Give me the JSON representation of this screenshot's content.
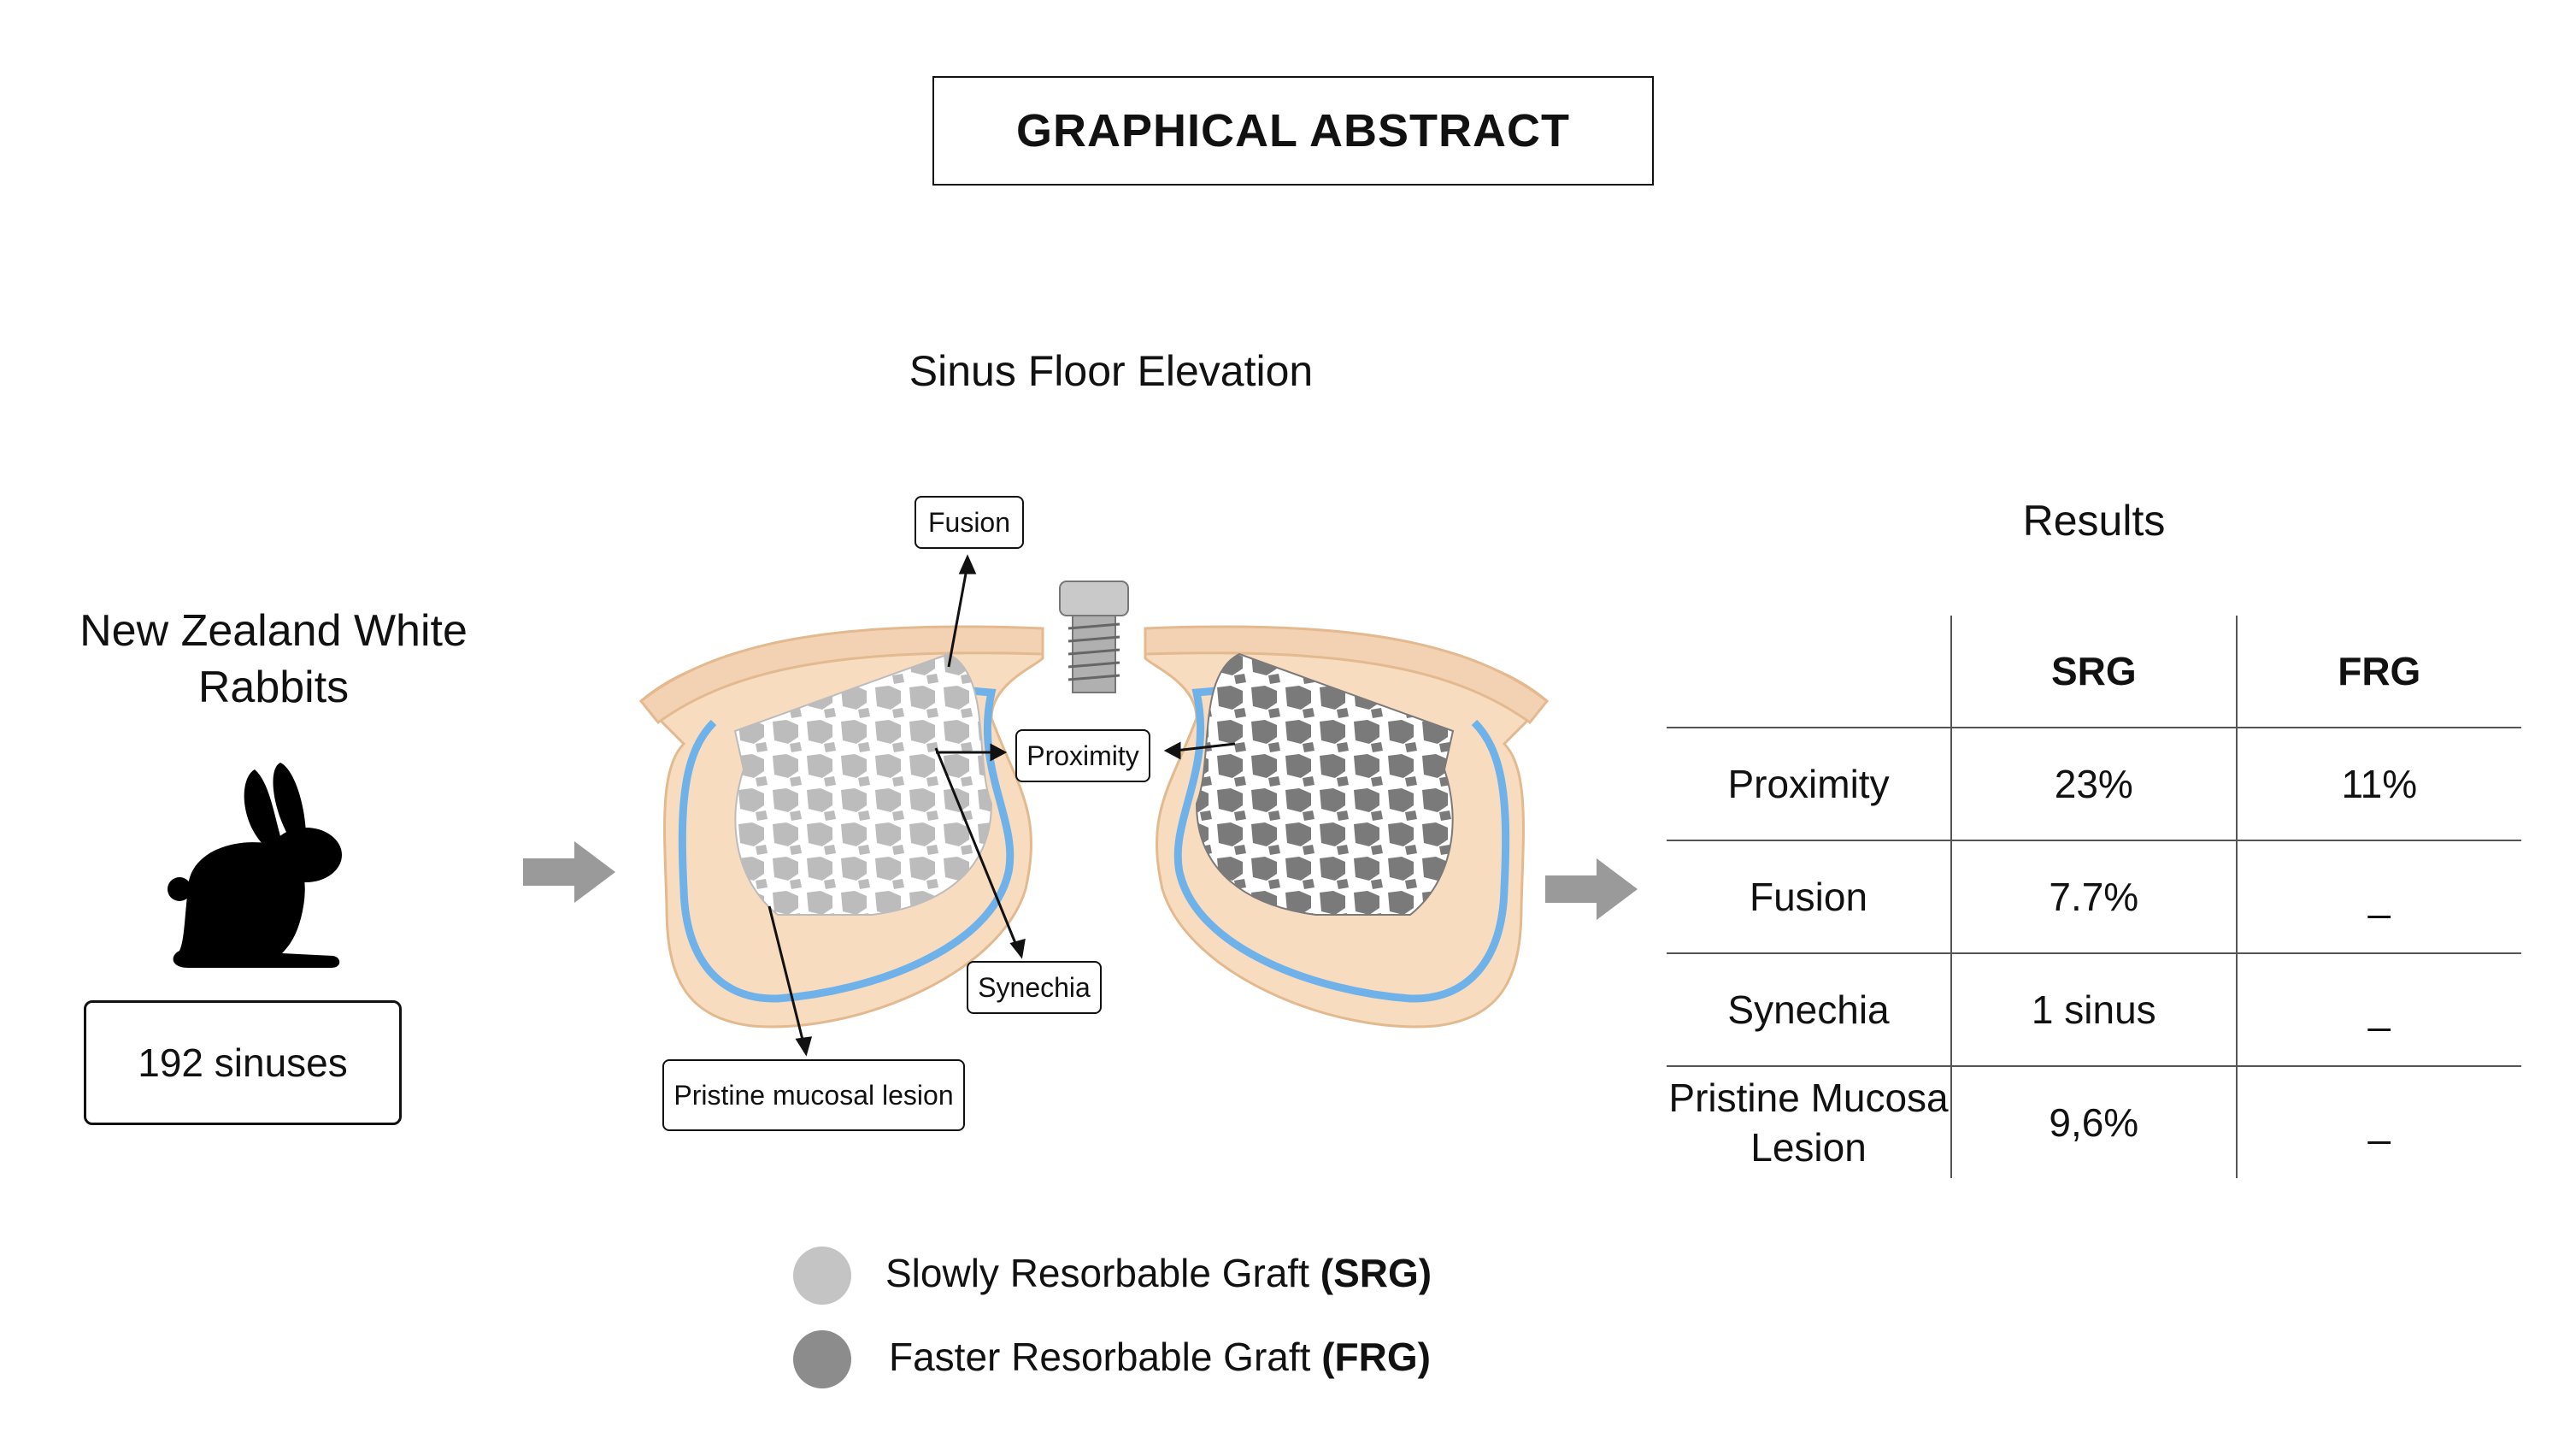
{
  "title": "GRAPHICAL ABSTRACT",
  "left_panel": {
    "label": "New Zealand White Rabbits",
    "count_box": "192 sinuses",
    "icon": "rabbit-silhouette-icon"
  },
  "center_panel": {
    "heading": "Sinus Floor Elevation",
    "callouts": {
      "fusion": "Fusion",
      "proximity": "Proximity",
      "synechia": "Synechia",
      "lesion": "Pristine mucosal lesion"
    },
    "colors": {
      "tissue": "#f8dcc0",
      "tissue_outline": "#e3b98f",
      "membrane": "#6fb2ea",
      "srg_granule": "#bcbcbc",
      "frg_granule": "#7a7a7a",
      "arrow": "#999999"
    }
  },
  "legend": [
    {
      "color": "#c4c4c4",
      "text": "Slowly Resorbable Graft ",
      "abbr": "(SRG)"
    },
    {
      "color": "#8c8c8c",
      "text": "Faster Resorbable Graft ",
      "abbr": "(FRG)"
    }
  ],
  "results": {
    "heading": "Results",
    "columns": [
      "",
      "SRG",
      "FRG"
    ],
    "rows": [
      {
        "label": "Proximity",
        "srg": "23%",
        "frg": "11%"
      },
      {
        "label": "Fusion",
        "srg": "7.7%",
        "frg": "_"
      },
      {
        "label": "Synechia",
        "srg": "1 sinus",
        "frg": "_"
      },
      {
        "label": "Pristine Mucosa Lesion",
        "srg": "9,6%",
        "frg": "_"
      }
    ]
  }
}
